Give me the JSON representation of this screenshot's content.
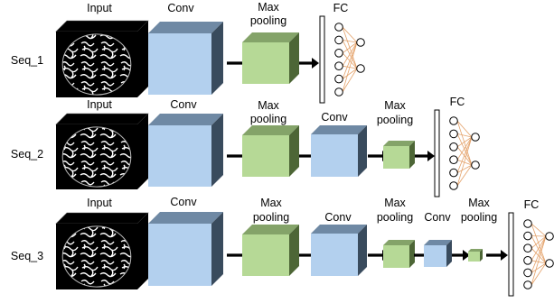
{
  "labels": {
    "input": "Input",
    "conv": "Conv",
    "max": "Max",
    "pooling": "pooling",
    "fc": "FC"
  },
  "rows": [
    {
      "name": "Seq_1",
      "stages": [
        "input",
        "conv",
        "pool",
        "fc"
      ]
    },
    {
      "name": "Seq_2",
      "stages": [
        "input",
        "conv",
        "pool",
        "conv",
        "pool",
        "fc"
      ]
    },
    {
      "name": "Seq_3",
      "stages": [
        "input",
        "conv",
        "pool",
        "conv",
        "pool",
        "conv",
        "pool",
        "fc"
      ]
    }
  ],
  "colors": {
    "conv_front": "#b3d0ee",
    "conv_top": "#6f89a4",
    "conv_side": "#394b5d",
    "pool_front": "#b6d996",
    "pool_top": "#84a369",
    "pool_side": "#4d6636",
    "input_face": "#000000",
    "fc_node": "#ffffff",
    "fc_line": "#e4a36c",
    "arrow": "#000000"
  },
  "icons": {
    "input_texture": "brain-mri-slice-icon",
    "arrow": "right-arrow-icon"
  }
}
